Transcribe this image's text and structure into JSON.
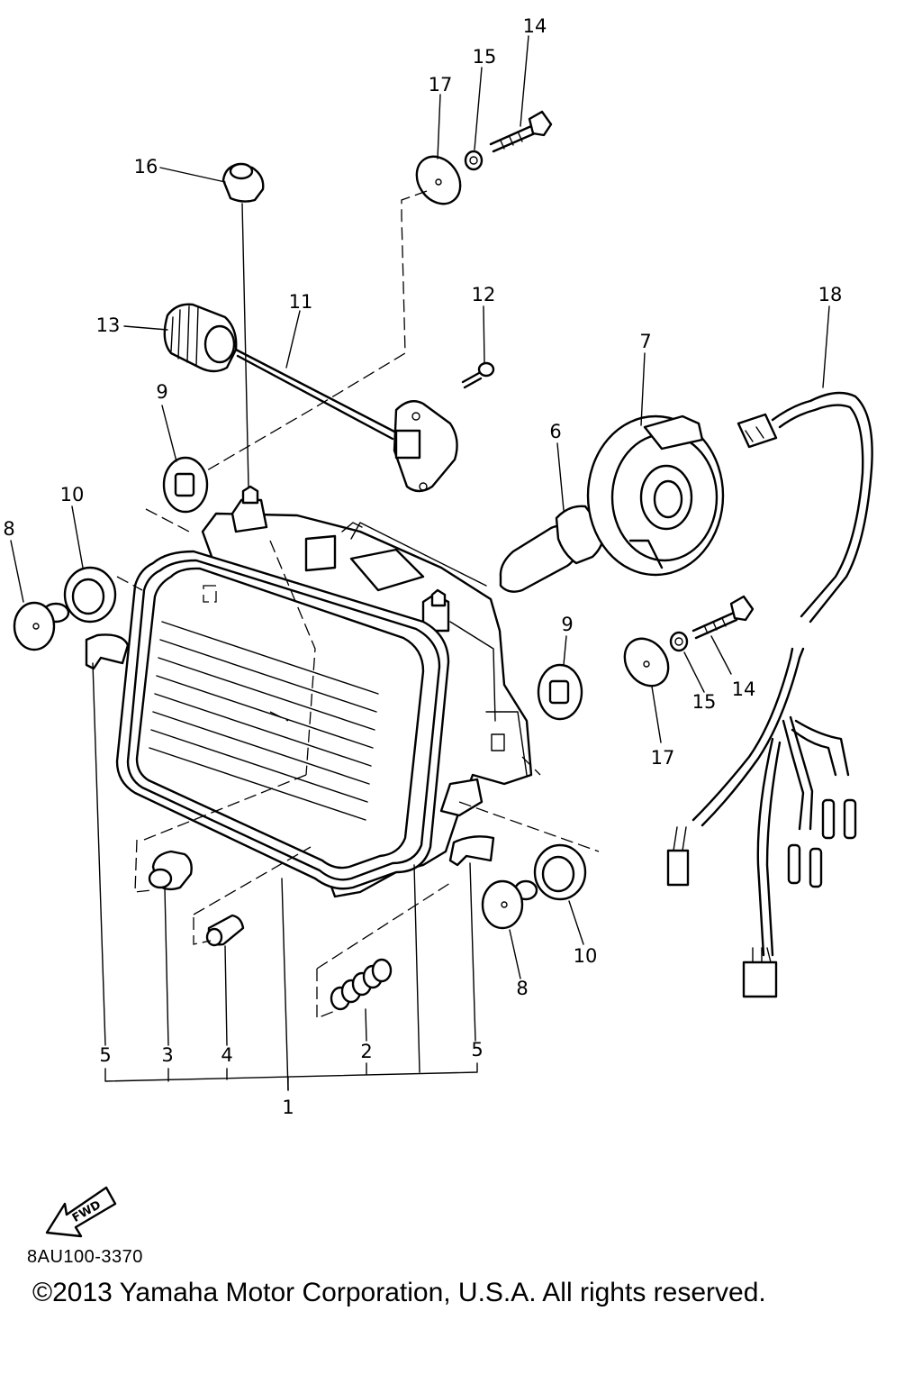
{
  "callouts": [
    {
      "id": "c14a",
      "text": "14"
    },
    {
      "id": "c15a",
      "text": "15"
    },
    {
      "id": "c17a",
      "text": "17"
    },
    {
      "id": "c16",
      "text": "16"
    },
    {
      "id": "c12",
      "text": "12"
    },
    {
      "id": "c18",
      "text": "18"
    },
    {
      "id": "c11",
      "text": "11"
    },
    {
      "id": "c13",
      "text": "13"
    },
    {
      "id": "c7",
      "text": "7"
    },
    {
      "id": "c9a",
      "text": "9"
    },
    {
      "id": "c6",
      "text": "6"
    },
    {
      "id": "c10a",
      "text": "10"
    },
    {
      "id": "c8a",
      "text": "8"
    },
    {
      "id": "c9b",
      "text": "9"
    },
    {
      "id": "c14b",
      "text": "14"
    },
    {
      "id": "c15b",
      "text": "15"
    },
    {
      "id": "c17b",
      "text": "17"
    },
    {
      "id": "c10b",
      "text": "10"
    },
    {
      "id": "c8b",
      "text": "8"
    },
    {
      "id": "c5a",
      "text": "5"
    },
    {
      "id": "c3",
      "text": "3"
    },
    {
      "id": "c4",
      "text": "4"
    },
    {
      "id": "c2",
      "text": "2"
    },
    {
      "id": "c5b",
      "text": "5"
    },
    {
      "id": "c1",
      "text": "1"
    }
  ],
  "fwd_label": "FWD",
  "drawing_code": "8AU100-3370",
  "copyright": "©2013 Yamaha Motor Corporation, U.S.A. All rights reserved."
}
